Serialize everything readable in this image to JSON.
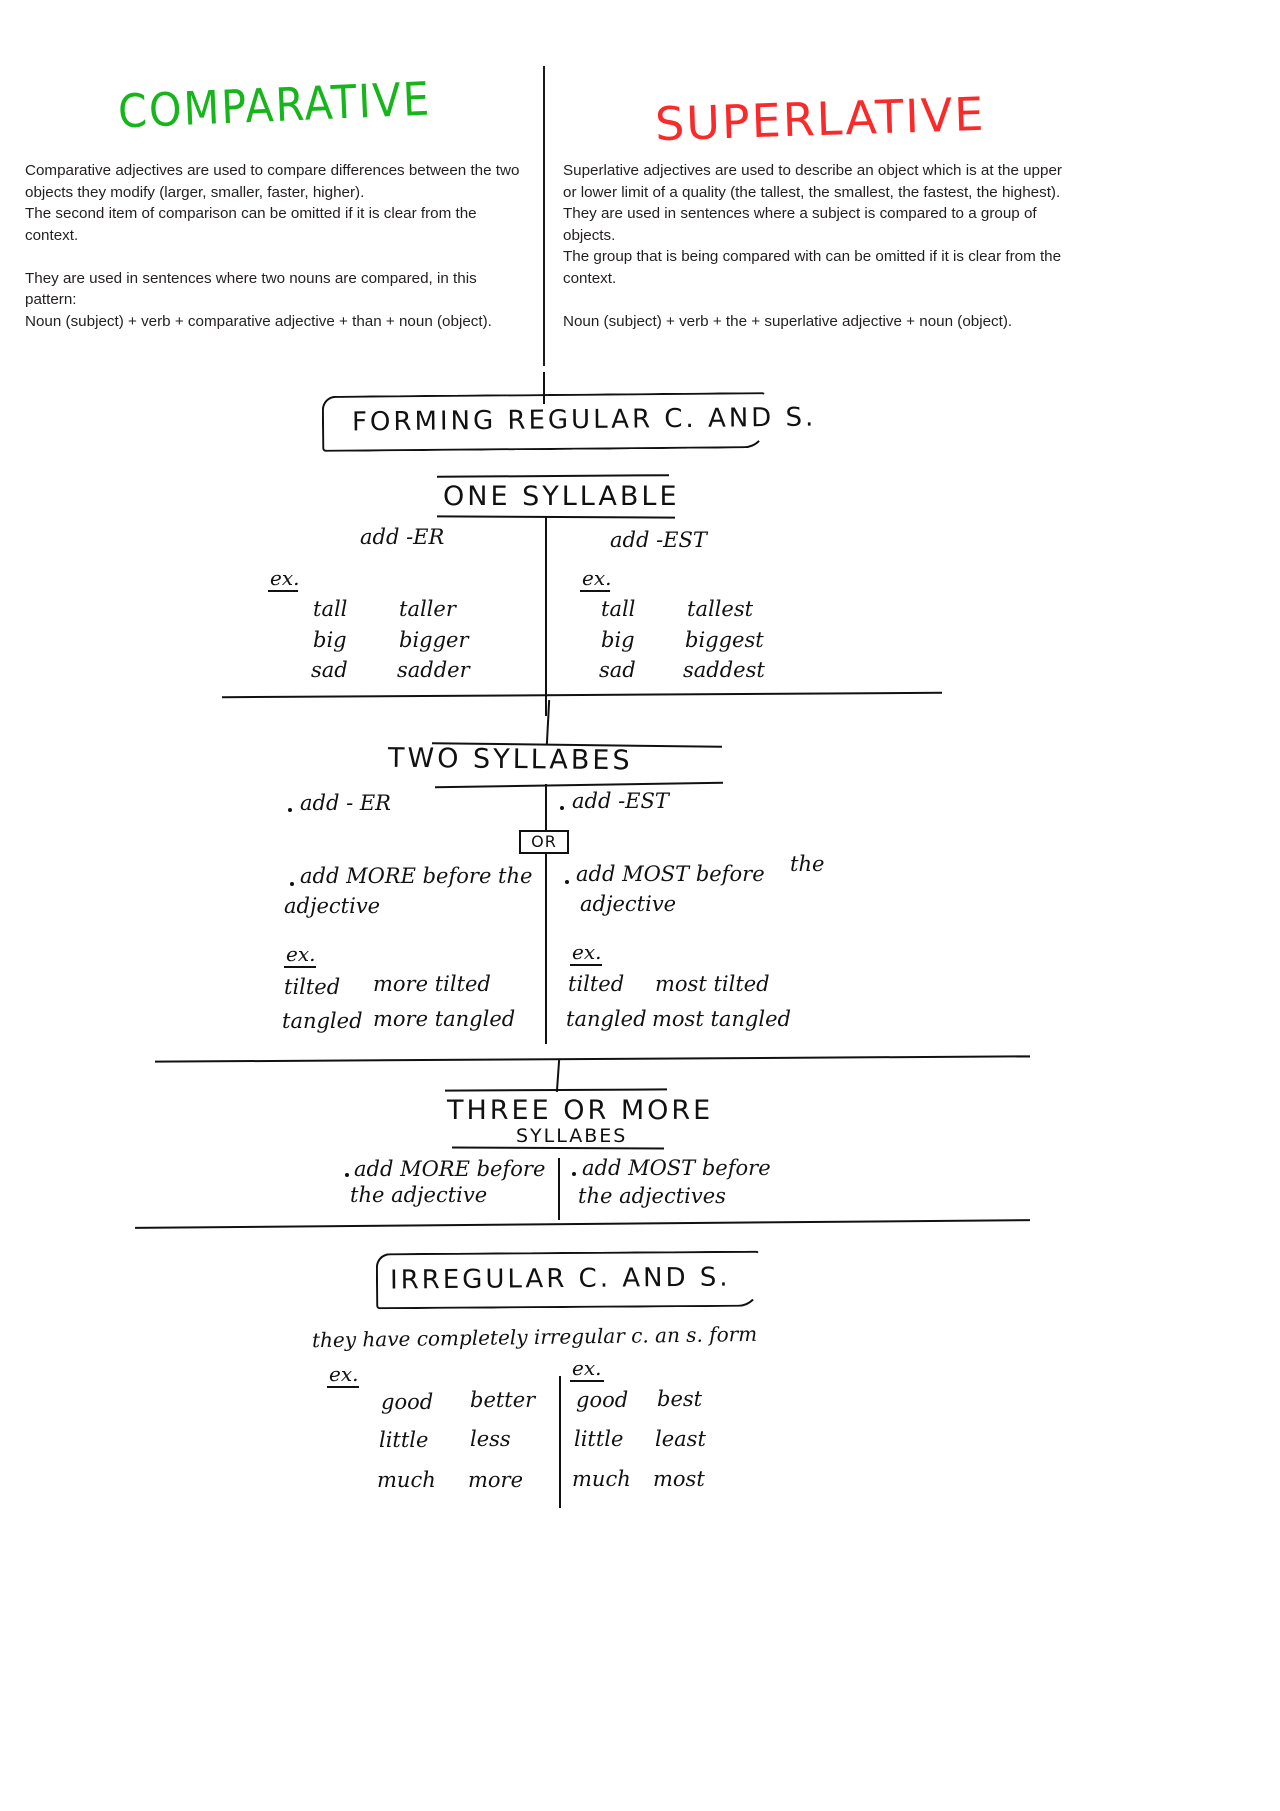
{
  "document": {
    "type": "handwritten-grammar-notes",
    "colors": {
      "comparative_heading": "#15b51b",
      "superlative_heading": "#fb2a2a",
      "ink": "#111111",
      "typed_text": "#231f20",
      "background": "#ffffff"
    }
  },
  "headings": {
    "comparative": "COMPARATIVE",
    "superlative": "SUPERLATIVE"
  },
  "intro": {
    "comparative": "Comparative adjectives are used to compare differences between the two objects they modify (larger, smaller, faster, higher).\nThe second item of comparison can be omitted if it is clear from the context.\n\nThey are used in sentences where two nouns are compared, in this pattern:\nNoun (subject) + verb + comparative adjective + than + noun (object).",
    "superlative": "Superlative adjectives are used to describe an object which is at the upper or lower limit of a quality (the tallest, the smallest, the fastest, the highest).\nThey are used in sentences where a subject is compared to a group of objects.\nThe group that is being compared with can be omitted if it is clear from the context.\n\nNoun (subject) + verb + the + superlative adjective + noun (object)."
  },
  "forming": {
    "box_title": "FORMING  REGULAR  C. AND S.",
    "one_syllable": {
      "title": "ONE  SYLLABLE",
      "comparative_rule": "add  -ER",
      "superlative_rule": "add  -EST",
      "ex_label": "ex.",
      "comparative_examples": [
        {
          "base": "tall",
          "form": "taller"
        },
        {
          "base": "big",
          "form": "bigger"
        },
        {
          "base": "sad",
          "form": "sadder"
        }
      ],
      "superlative_examples": [
        {
          "base": "tall",
          "form": "tallest"
        },
        {
          "base": "big",
          "form": "biggest"
        },
        {
          "base": "sad",
          "form": "saddest"
        }
      ]
    },
    "two_syllables": {
      "title": "TWO  SYLLABES",
      "comparative_rule_1": "add  - ER",
      "superlative_rule_1": "add  -EST",
      "or_label": "OR",
      "comparative_rule_2": "add  MORE  before the",
      "comparative_rule_2_line2": "adjective",
      "superlative_rule_2": "add  MOST  before",
      "superlative_rule_2_tail": "the",
      "superlative_rule_2_line2": "adjective",
      "ex_label": "ex.",
      "comparative_examples": [
        {
          "base": "tilted",
          "form": "more tilted"
        },
        {
          "base": "tangled",
          "form": "more tangled"
        }
      ],
      "superlative_examples": [
        {
          "base": "tilted",
          "form": "most tilted"
        },
        {
          "base": "tangled",
          "form": "most tangled"
        }
      ]
    },
    "three_or_more": {
      "title_line1": "THREE  OR  MORE",
      "title_line2": "SYLLABES",
      "comparative_rule_line1": "add  MORE  before",
      "comparative_rule_line2": "the  adjective",
      "superlative_rule_line1": "add  MOST  before",
      "superlative_rule_line2": "the adjectives"
    }
  },
  "irregular": {
    "box_title": "IRREGULAR   C. AND S.",
    "note": "they have completely irregular c. an s. form",
    "ex_label": "ex.",
    "comparative_examples": [
      {
        "base": "good",
        "form": "better"
      },
      {
        "base": "little",
        "form": "less"
      },
      {
        "base": "much",
        "form": "more"
      }
    ],
    "superlative_examples": [
      {
        "base": "good",
        "form": "best"
      },
      {
        "base": "little",
        "form": "least"
      },
      {
        "base": "much",
        "form": "most"
      }
    ]
  }
}
